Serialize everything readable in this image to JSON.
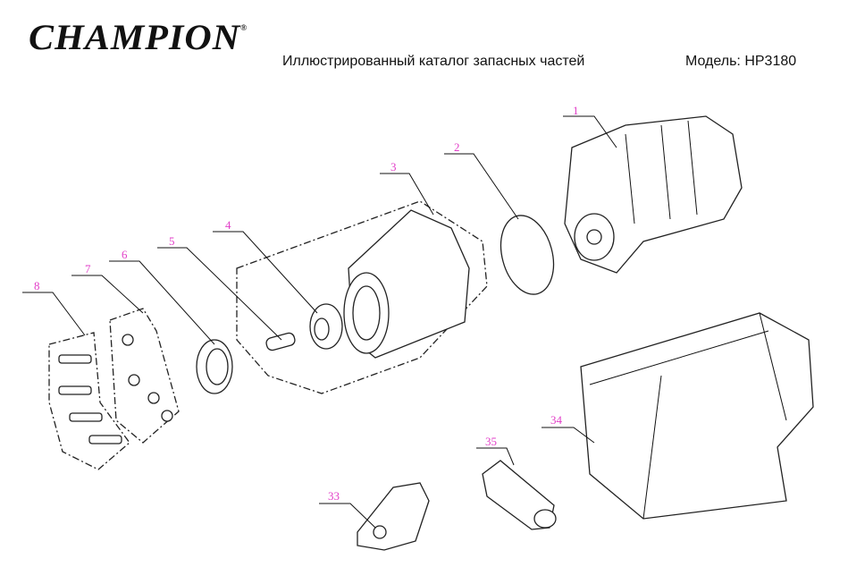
{
  "header": {
    "brand": "CHAMPION",
    "registered_mark": "®",
    "title": "Иллюстрированный каталог запасных частей",
    "model": "Модель: HP3180"
  },
  "callouts": [
    "1",
    "2",
    "3",
    "4",
    "5",
    "6",
    "7",
    "8",
    "34",
    "35",
    "33"
  ],
  "colors": {
    "callout": "#e23fc8",
    "line": "#111111"
  }
}
